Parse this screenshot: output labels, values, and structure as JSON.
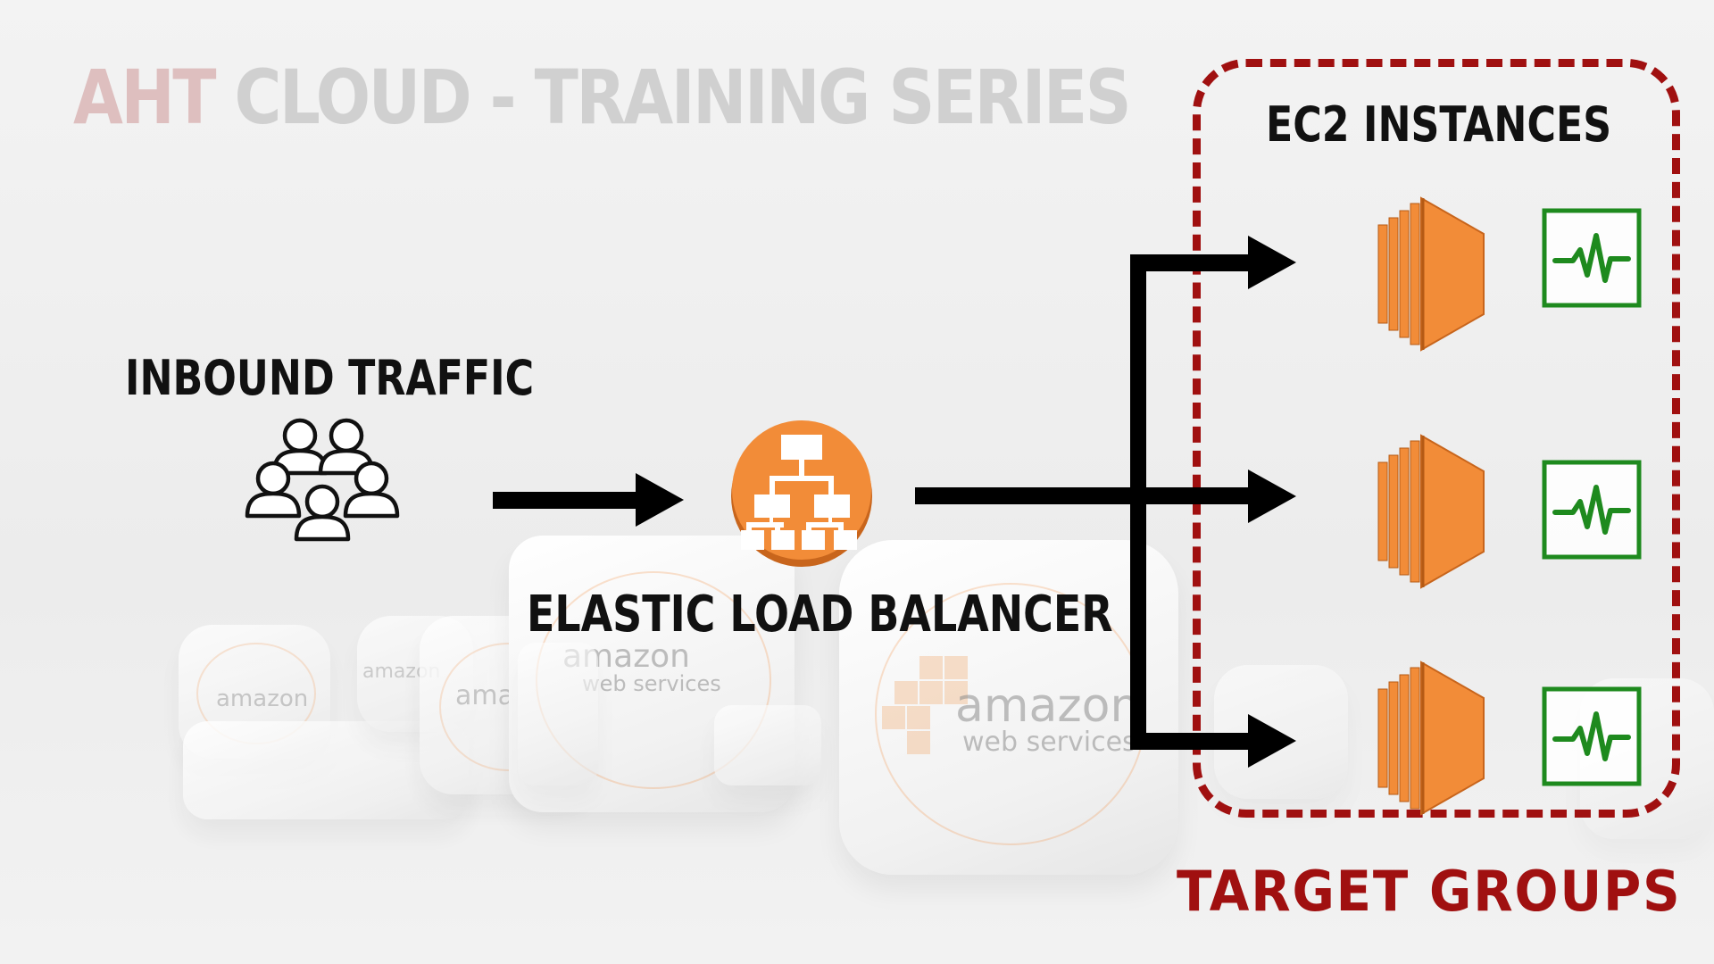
{
  "title": {
    "accent": "AHT",
    "rest": "CLOUD - TRAINING SERIES"
  },
  "labels": {
    "inbound": "INBOUND TRAFFIC",
    "elb": "ELASTIC LOAD BALANCER",
    "ec2": "EC2 INSTANCES",
    "target_groups": "TARGET GROUPS"
  },
  "background_logo": {
    "line1": "amazon",
    "line2": "web services"
  },
  "icons": {
    "users": "users-group-icon",
    "elb": "elastic-load-balancer-icon",
    "ec2": "ec2-instance-icon",
    "health": "health-check-icon"
  },
  "colors": {
    "aws_orange": "#f28c38",
    "aws_orange_dark": "#c8651c",
    "target_red": "#a01010",
    "health_green": "#1e8a1e",
    "arrow": "#000000"
  }
}
